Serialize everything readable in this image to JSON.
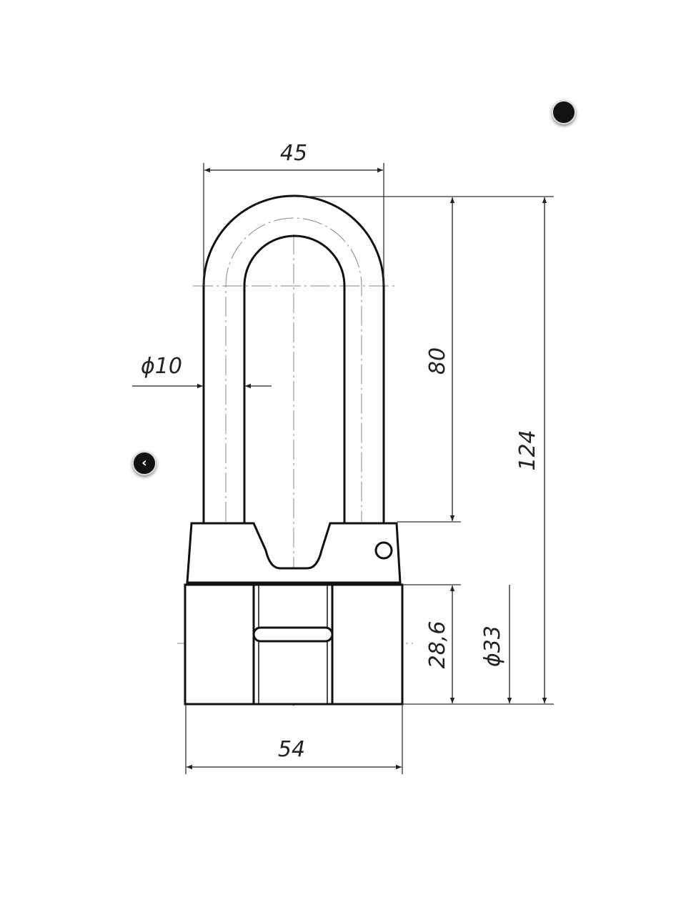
{
  "drawing": {
    "dimensions": {
      "shackle_width": "45",
      "shackle_diameter": "ϕ10",
      "shackle_height": "80",
      "total_height": "124",
      "body_lower_height": "28,6",
      "cylinder_diameter": "ϕ33",
      "body_width": "54"
    }
  },
  "navigation": {
    "prev_icon": "chevron-left-icon",
    "prev_glyph": "‹"
  }
}
